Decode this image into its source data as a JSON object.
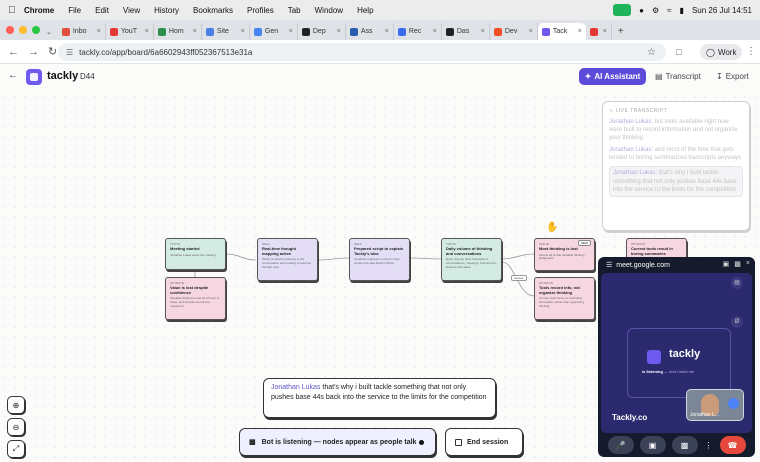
{
  "menubar": {
    "app": "Chrome",
    "items": [
      "File",
      "Edit",
      "View",
      "History",
      "Bookmarks",
      "Profiles",
      "Tab",
      "Window",
      "Help"
    ],
    "clock": "Sun 26 Jul  14:51"
  },
  "tabs": [
    {
      "label": "Inbo",
      "color": "#e34b3a"
    },
    {
      "label": "YouT",
      "color": "#e53935"
    },
    {
      "label": "Hom",
      "color": "#2c8f4e"
    },
    {
      "label": "Site",
      "color": "#4a7ee8"
    },
    {
      "label": "Gen",
      "color": "#4285f4"
    },
    {
      "label": "Dep",
      "color": "#222222"
    },
    {
      "label": "Ass",
      "color": "#2a5db0"
    },
    {
      "label": "Rec",
      "color": "#3a6cf0"
    },
    {
      "label": "Das",
      "color": "#222222"
    },
    {
      "label": "Dev",
      "color": "#f25022"
    },
    {
      "label": "Tack",
      "color": "#6f5af0",
      "active": true
    },
    {
      "label": "",
      "color": "#e53935"
    }
  ],
  "address": {
    "url": "tackly.co/app/board/6a6602943ff052367513e31a",
    "profile": "Work"
  },
  "app": {
    "brand": "tackly",
    "board": "D44",
    "ai_button": "AI Assistant",
    "transcript_link": "Transcript",
    "export_link": "Export"
  },
  "nodes": [
    {
      "tag": "TOPIC",
      "title": "Meeting started",
      "body": "Jonathan Lukas starts the meeting",
      "color": "green"
    },
    {
      "tag": "OPINION",
      "title": "Value is lost despite confidence",
      "body": "Valuable thinking is lost as AI's are of value, and records are hard to measure it",
      "color": "pink"
    },
    {
      "tag": "IDEA",
      "title": "Real-time thought mapping active",
      "body": "Tackly is actively listening to the conversation and building a real-time thought map.",
      "color": "purple"
    },
    {
      "tag": "IDEA",
      "title": "Prepared script to explain Tackly's idea",
      "body": "Jonathan prepared a script to help explain the idea behind Tackly.",
      "color": "purple"
    },
    {
      "tag": "TOPIC",
      "title": "Daily volume of thinking and conversations",
      "body": "Every day we have hundreds of conversations, meetings, brainstorms, lectures and ideas.",
      "color": "green"
    },
    {
      "tag": "ISSUE",
      "title": "Most thinking is lost",
      "body": "Almost all of that valuable thinking disappears.",
      "color": "pink"
    },
    {
      "tag": "OPINION",
      "title": "Tools record info, not organize thinking",
      "body": "Current tools focus on recording information rather than organizing thinking.",
      "color": "pink"
    },
    {
      "tag": "OPINION",
      "title": "Current tools result in boring summaries",
      "body": "",
      "color": "pink"
    }
  ],
  "edge_label": "causes",
  "new_tag": "NEW",
  "live_transcript": {
    "title": "LIVE TRANSCRIPT",
    "lines": [
      {
        "speaker": "Jonathan Lukas:",
        "text": " but tools available right now were built to record information and not organize your thinking"
      },
      {
        "speaker": "Jonathan Lukas:",
        "text": " and most of the time that gets tended to boring summarized transcripts anyways"
      },
      {
        "speaker": "Jonathan Lukas:",
        "text": " that's why I built tackle something that not only pushes base 44s back into the service to the limits for the competition"
      }
    ]
  },
  "meet": {
    "domain": "meet.google.com",
    "brand": "tackly",
    "listening": "is listening",
    "listening_sub": " — don't mind me",
    "site": "Tackly.co",
    "self_name": "Jonathan L..."
  },
  "caption": {
    "speaker": "Jonathan Lukas",
    "text": "that's why i built tackle something that not only pushes base 44s back into the service to the limits for the competition"
  },
  "status": {
    "listening": "Bot is listening — nodes appear as people talk",
    "end_session": "End session"
  }
}
